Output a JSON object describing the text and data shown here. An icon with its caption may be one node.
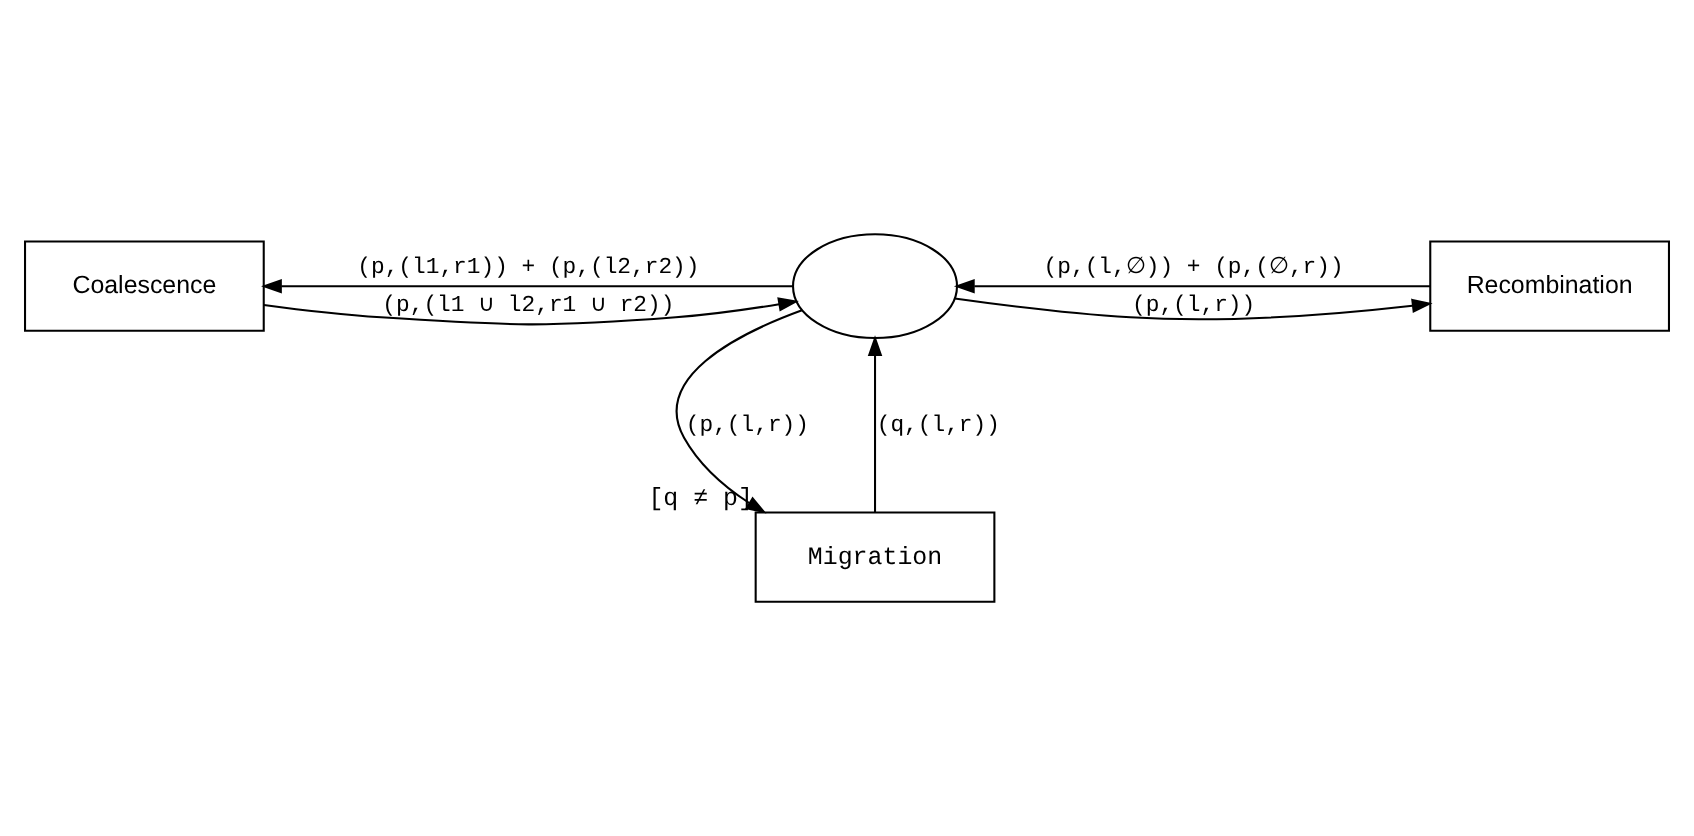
{
  "diagram": {
    "nodes": [
      {
        "text": [
          "Coalescence"
        ]
      },
      {
        "text": [],
        "shape": "ellipse"
      },
      {
        "text": [
          "Recombination"
        ]
      },
      {
        "text": [
          "Migration"
        ],
        "beside": [
          "[q ≠ p]"
        ]
      }
    ],
    "edges": [
      {
        "from": 1,
        "to": 0,
        "arrow": "to",
        "label": "(p,(l1,r1)) + (p,(l2,r2))"
      },
      {
        "from": 0,
        "to": 1,
        "arrow": "to",
        "label": "(p,(l1 ∪ l2,r1 ∪ r2))"
      },
      {
        "from": 1,
        "to": 2,
        "arrow": "to",
        "label": "(p,(l,r))"
      },
      {
        "from": 2,
        "to": 1,
        "arrow": "to",
        "label": "(p,(l,∅)) + (p,(∅,r))"
      },
      {
        "from": 1,
        "to": 3,
        "arrow": "to",
        "label": "(p,(l,r))"
      },
      {
        "from": 3,
        "to": 1,
        "arrow": "to",
        "label": "(q,(l,r))"
      }
    ]
  }
}
